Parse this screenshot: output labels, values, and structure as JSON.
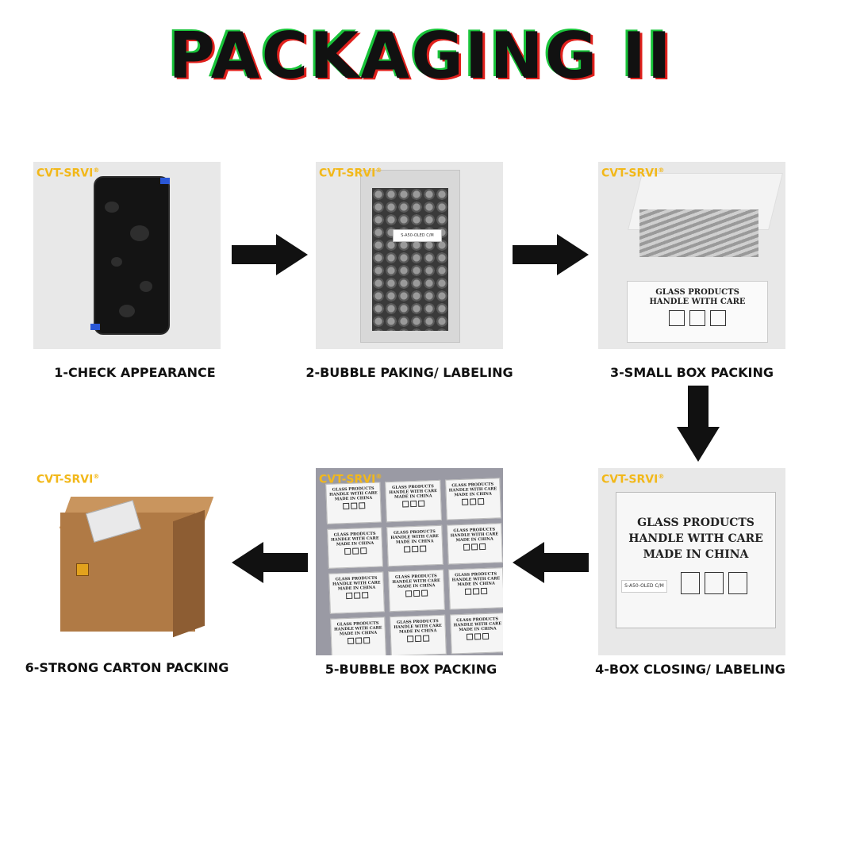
{
  "title": "PACKAGING II",
  "brand": "CVT-SRVI",
  "brand_mark": "®",
  "steps": [
    {
      "label": "1-CHECK APPEARANCE"
    },
    {
      "label": "2-BUBBLE PAKING/ LABELING",
      "bag_tag": "S-A50-OLED C/M"
    },
    {
      "label": "3-SMALL BOX PACKING",
      "box_lines": [
        "GLASS PRODUCTS",
        "HANDLE WITH CARE"
      ]
    },
    {
      "label": "4-BOX CLOSING/ LABELING",
      "box_lines": [
        "GLASS PRODUCTS",
        "HANDLE WITH CARE",
        "MADE IN CHINA"
      ],
      "sticker": "S-A50-OLED C/M"
    },
    {
      "label": "5-BUBBLE BOX PACKING",
      "box_lines": [
        "GLASS PRODUCTS",
        "HANDLE WITH CARE",
        "MADE IN CHINA"
      ]
    },
    {
      "label": "6-STRONG CARTON PACKING"
    }
  ],
  "colors": {
    "brand": "#f2b81a",
    "title_shadow_left": "#19c43a",
    "title_shadow_right": "#e0201c",
    "arrow": "#111111"
  }
}
